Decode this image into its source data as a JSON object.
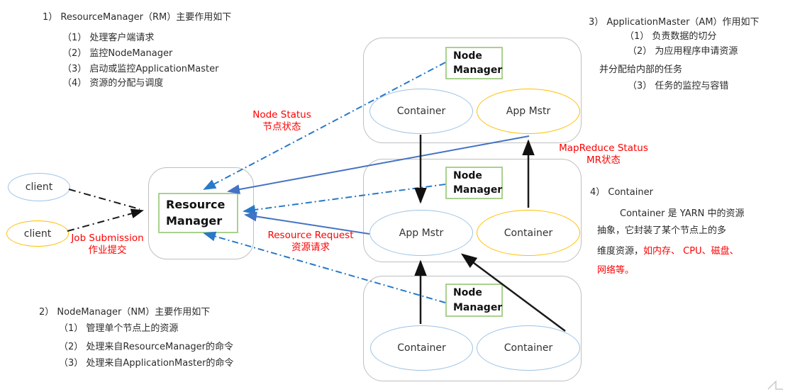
{
  "colors": {
    "red_label": "#ff0000",
    "blue_dashdot_line": "#2979c9",
    "blue_solid_line": "#4472c4",
    "green_box_border": "#a9d18e",
    "blue_ellipse_border": "#9dc3e6",
    "orange_ellipse_border": "#ffc000",
    "group_border": "#bfbfbf"
  },
  "notes": {
    "rm": {
      "title": "1） ResourceManager（RM）主要作用如下",
      "items": [
        "（1） 处理客户端请求",
        "（2） 监控NodeManager",
        "（3） 启动或监控ApplicationMaster",
        "（4） 资源的分配与调度"
      ]
    },
    "nm": {
      "title": "2） NodeManager（NM）主要作用如下",
      "items": [
        "（1） 管理单个节点上的资源",
        "（2） 处理来自ResourceManager的命令",
        "（3） 处理来自ApplicationMaster的命令"
      ]
    },
    "am": {
      "title": "3） ApplicationMaster（AM）作用如下",
      "item1": "（1） 负责数据的切分",
      "item2": "（2） 为应用程序申请资源",
      "item2_wrap": "并分配给内部的任务",
      "item3": "（3） 任务的监控与容错"
    },
    "container": {
      "title": "4） Container",
      "line1": "Container 是 YARN 中的资源",
      "line2": "抽象，它封装了某个节点上的多",
      "line3_black": "维度资源，",
      "line3_red": "如内存、 CPU、磁盘、",
      "line4_red": "网络等。"
    }
  },
  "nodes": {
    "client": "client",
    "resource_manager": "Resource Manager",
    "node_manager": "Node Manager",
    "container": "Container",
    "app_mstr": "App Mstr"
  },
  "edge_labels": {
    "node_status": {
      "en": "Node Status",
      "zh": "节点状态"
    },
    "mapreduce_status": {
      "en": "MapReduce Status",
      "zh": "MR状态"
    },
    "resource_request": {
      "en": "Resource Request",
      "zh": "资源请求"
    },
    "job_submission": {
      "en": "Job Submission",
      "zh": "作业提交"
    }
  }
}
